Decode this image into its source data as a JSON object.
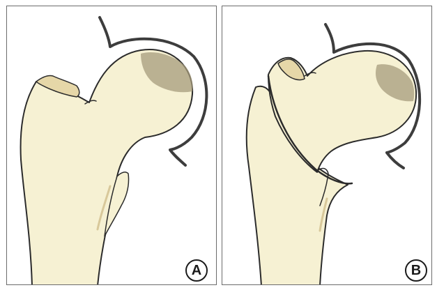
{
  "panels": [
    {
      "id": "A",
      "label": "A"
    },
    {
      "id": "B",
      "label": "B"
    }
  ],
  "colors": {
    "bone_fill": "#f6f1d3",
    "bone_outline": "#2b2b2b",
    "trochanter_shade": "#e6d7a8",
    "head_shade": "#a59b7c",
    "acetabulum_line": "#3d3d3d",
    "frame": "#6b6b6b"
  }
}
